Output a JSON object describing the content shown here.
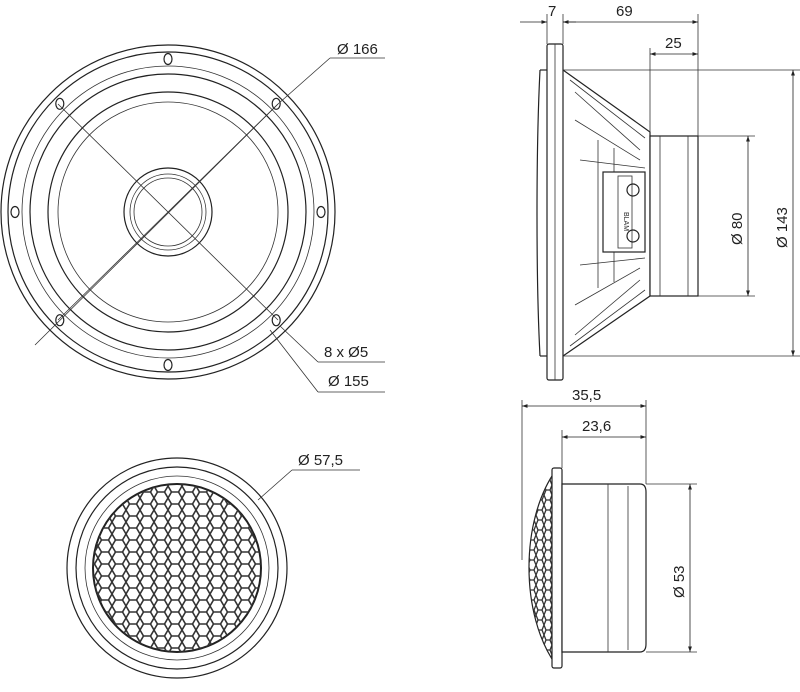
{
  "woofer_front": {
    "outer_diameter": "Ø 166",
    "hole_spec": "8 x Ø5",
    "bolt_circle": "Ø 155"
  },
  "woofer_side": {
    "flange_thickness": "7",
    "total_depth": "69",
    "magnet_depth": "25",
    "magnet_diameter": "Ø 80",
    "cutout_diameter": "Ø 143",
    "terminal_label": "BLAM"
  },
  "tweeter_front": {
    "outer_diameter": "Ø 57,5"
  },
  "tweeter_side": {
    "total_depth": "35,5",
    "body_depth": "23,6",
    "body_diameter": "Ø 53"
  }
}
